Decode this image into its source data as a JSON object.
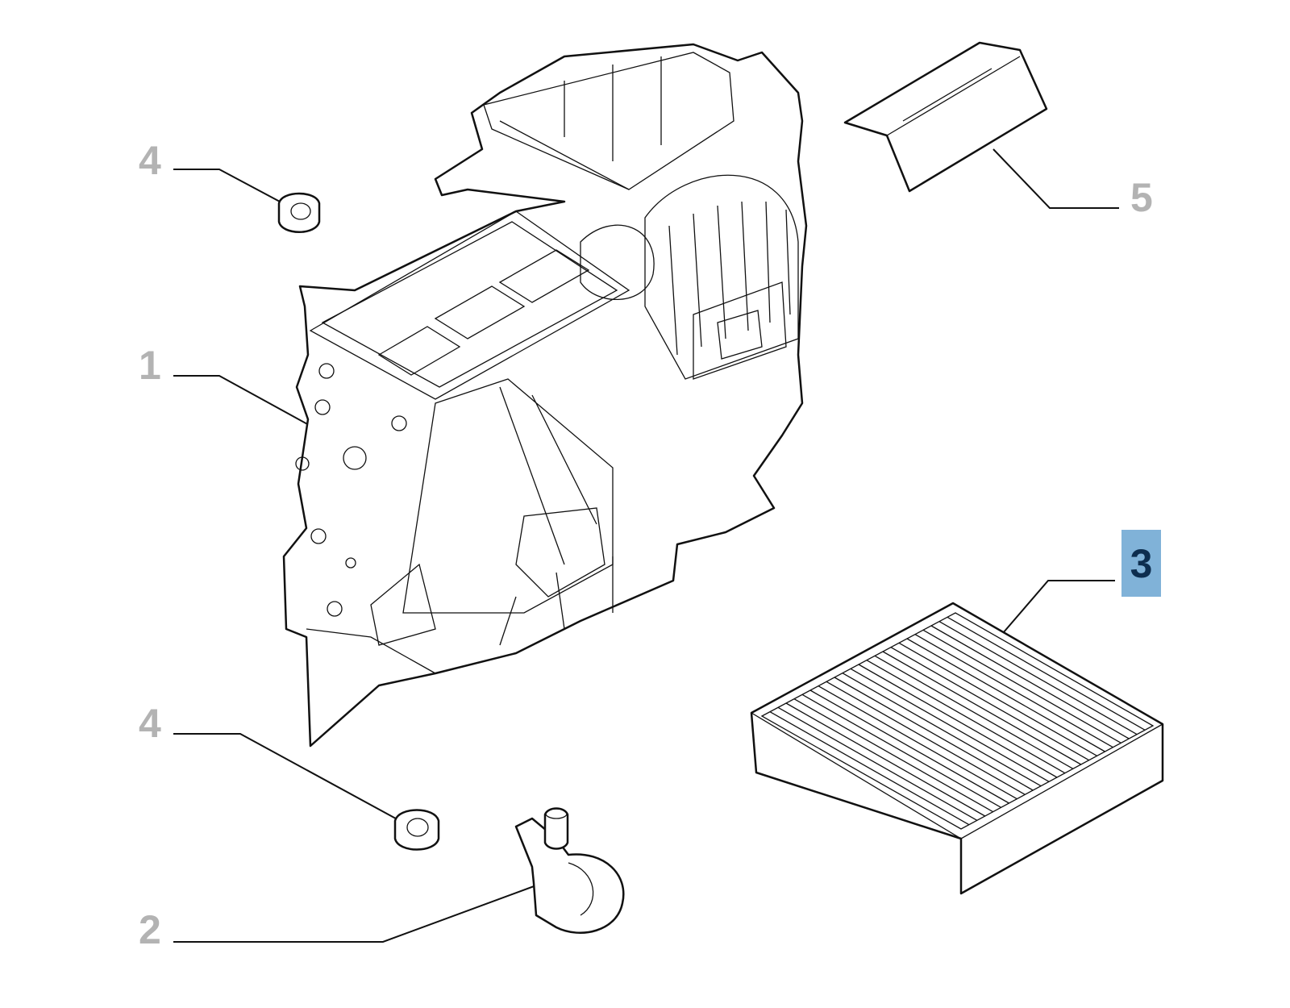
{
  "diagram": {
    "callouts": [
      {
        "id": "1",
        "label": "1",
        "selected": false
      },
      {
        "id": "2",
        "label": "2",
        "selected": false
      },
      {
        "id": "3",
        "label": "3",
        "selected": true
      },
      {
        "id": "4a",
        "label": "4",
        "selected": false
      },
      {
        "id": "4b",
        "label": "4",
        "selected": false
      },
      {
        "id": "5",
        "label": "5",
        "selected": false
      }
    ],
    "colors": {
      "callout": "#b3b3b3",
      "selected_bg": "#80b2d8",
      "selected_text": "#0e2e4f"
    }
  }
}
